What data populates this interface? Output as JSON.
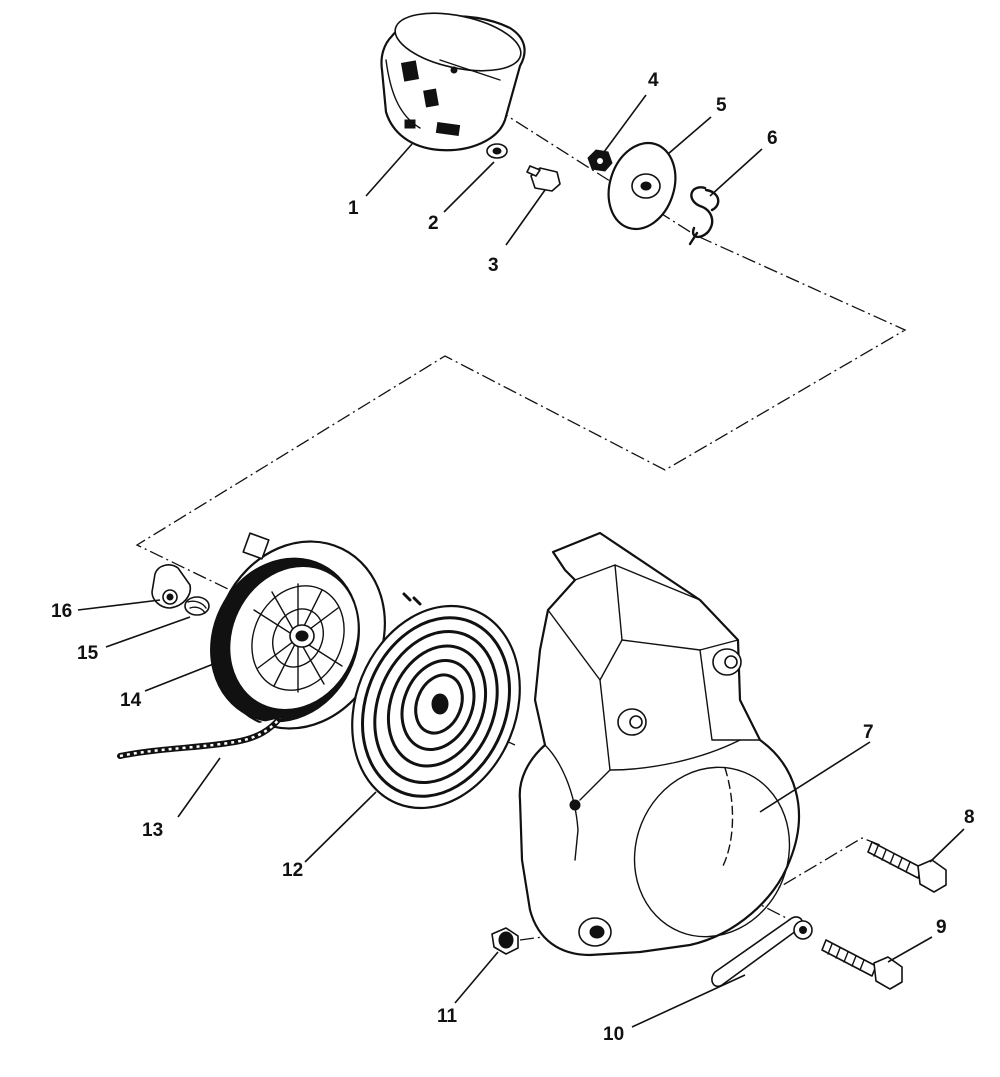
{
  "callouts": [
    {
      "id": "1",
      "text": "1"
    },
    {
      "id": "2",
      "text": "2"
    },
    {
      "id": "3",
      "text": "3"
    },
    {
      "id": "4",
      "text": "4"
    },
    {
      "id": "5",
      "text": "5"
    },
    {
      "id": "6",
      "text": "6"
    },
    {
      "id": "7",
      "text": "7"
    },
    {
      "id": "8",
      "text": "8"
    },
    {
      "id": "9",
      "text": "9"
    },
    {
      "id": "10",
      "text": "10"
    },
    {
      "id": "11",
      "text": "11"
    },
    {
      "id": "12",
      "text": "12"
    },
    {
      "id": "13",
      "text": "13"
    },
    {
      "id": "14",
      "text": "14"
    },
    {
      "id": "15",
      "text": "15"
    },
    {
      "id": "16",
      "text": "16"
    }
  ],
  "parts": [
    {
      "callout": "1",
      "name": "drive-cup-icon"
    },
    {
      "callout": "2",
      "name": "washer-icon"
    },
    {
      "callout": "3",
      "name": "bolt-icon"
    },
    {
      "callout": "4",
      "name": "nut-icon"
    },
    {
      "callout": "5",
      "name": "friction-plate-icon"
    },
    {
      "callout": "6",
      "name": "spring-clip-icon"
    },
    {
      "callout": "7",
      "name": "starter-housing-icon"
    },
    {
      "callout": "8",
      "name": "bolt-icon"
    },
    {
      "callout": "9",
      "name": "bolt-icon"
    },
    {
      "callout": "10",
      "name": "rope-handle-icon"
    },
    {
      "callout": "11",
      "name": "nut-icon"
    },
    {
      "callout": "12",
      "name": "recoil-spring-icon"
    },
    {
      "callout": "13",
      "name": "starter-rope-icon"
    },
    {
      "callout": "14",
      "name": "rope-pulley-icon"
    },
    {
      "callout": "15",
      "name": "pawl-spring-icon"
    },
    {
      "callout": "16",
      "name": "pawl-icon"
    }
  ]
}
